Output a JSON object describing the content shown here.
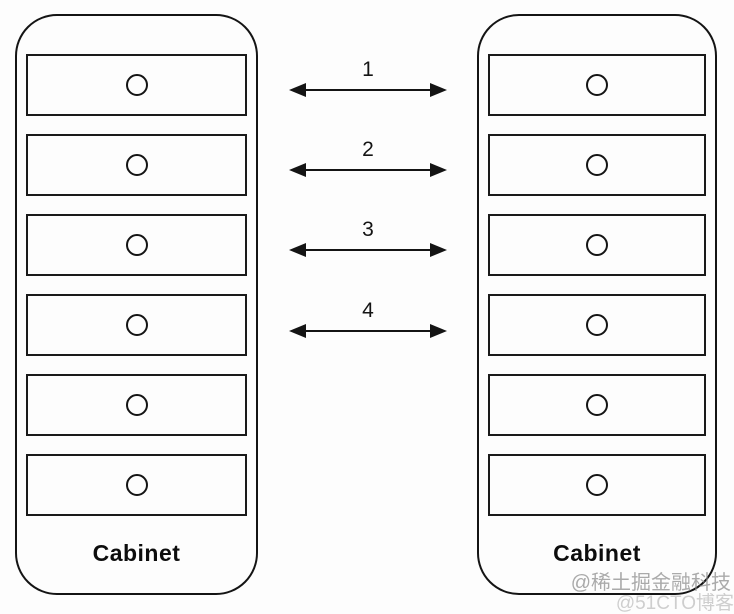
{
  "canvas": {
    "background": "#fdfdfd",
    "stroke_color": "#141414"
  },
  "cabinets": [
    {
      "id": "left",
      "label": "Cabinet",
      "slot_count": 6
    },
    {
      "id": "right",
      "label": "Cabinet",
      "slot_count": 6
    }
  ],
  "links": [
    {
      "label": "1"
    },
    {
      "label": "2"
    },
    {
      "label": "3"
    },
    {
      "label": "4"
    }
  ],
  "watermarks": [
    {
      "text": "@稀土掘金融科技",
      "color": "#8f8f8f"
    },
    {
      "text": "@51CTO博客",
      "color": "#b5b5b5"
    }
  ]
}
